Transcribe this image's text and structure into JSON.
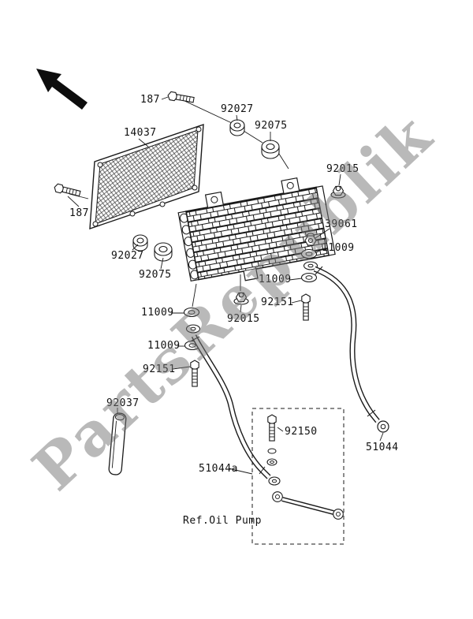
{
  "page": {
    "watermark": "PartsRepublik",
    "background": "#ffffff",
    "line_color": "#1a1a1a"
  },
  "labels": [
    {
      "id": "187-top",
      "text": "187"
    },
    {
      "id": "92027-upper",
      "text": "92027"
    },
    {
      "id": "92075-upper",
      "text": "92075"
    },
    {
      "id": "14037",
      "text": "14037"
    },
    {
      "id": "92015-upper",
      "text": "92015"
    },
    {
      "id": "187-left",
      "text": "187"
    },
    {
      "id": "39061",
      "text": "39061"
    },
    {
      "id": "11009-right-upper",
      "text": "11009"
    },
    {
      "id": "92027-lower",
      "text": "92027"
    },
    {
      "id": "92075-lower",
      "text": "92075"
    },
    {
      "id": "11009-right-mid",
      "text": "11009"
    },
    {
      "id": "92151-right",
      "text": "92151"
    },
    {
      "id": "11009-left-upper",
      "text": "11009"
    },
    {
      "id": "92015-center",
      "text": "92015"
    },
    {
      "id": "11009-left-lower",
      "text": "11009"
    },
    {
      "id": "92151-left",
      "text": "92151"
    },
    {
      "id": "92037",
      "text": "92037"
    },
    {
      "id": "92150",
      "text": "92150"
    },
    {
      "id": "51044",
      "text": "51044"
    },
    {
      "id": "51044a",
      "text": "51044a"
    },
    {
      "id": "ref-oil-pump",
      "text": "Ref.Oil Pump"
    }
  ]
}
